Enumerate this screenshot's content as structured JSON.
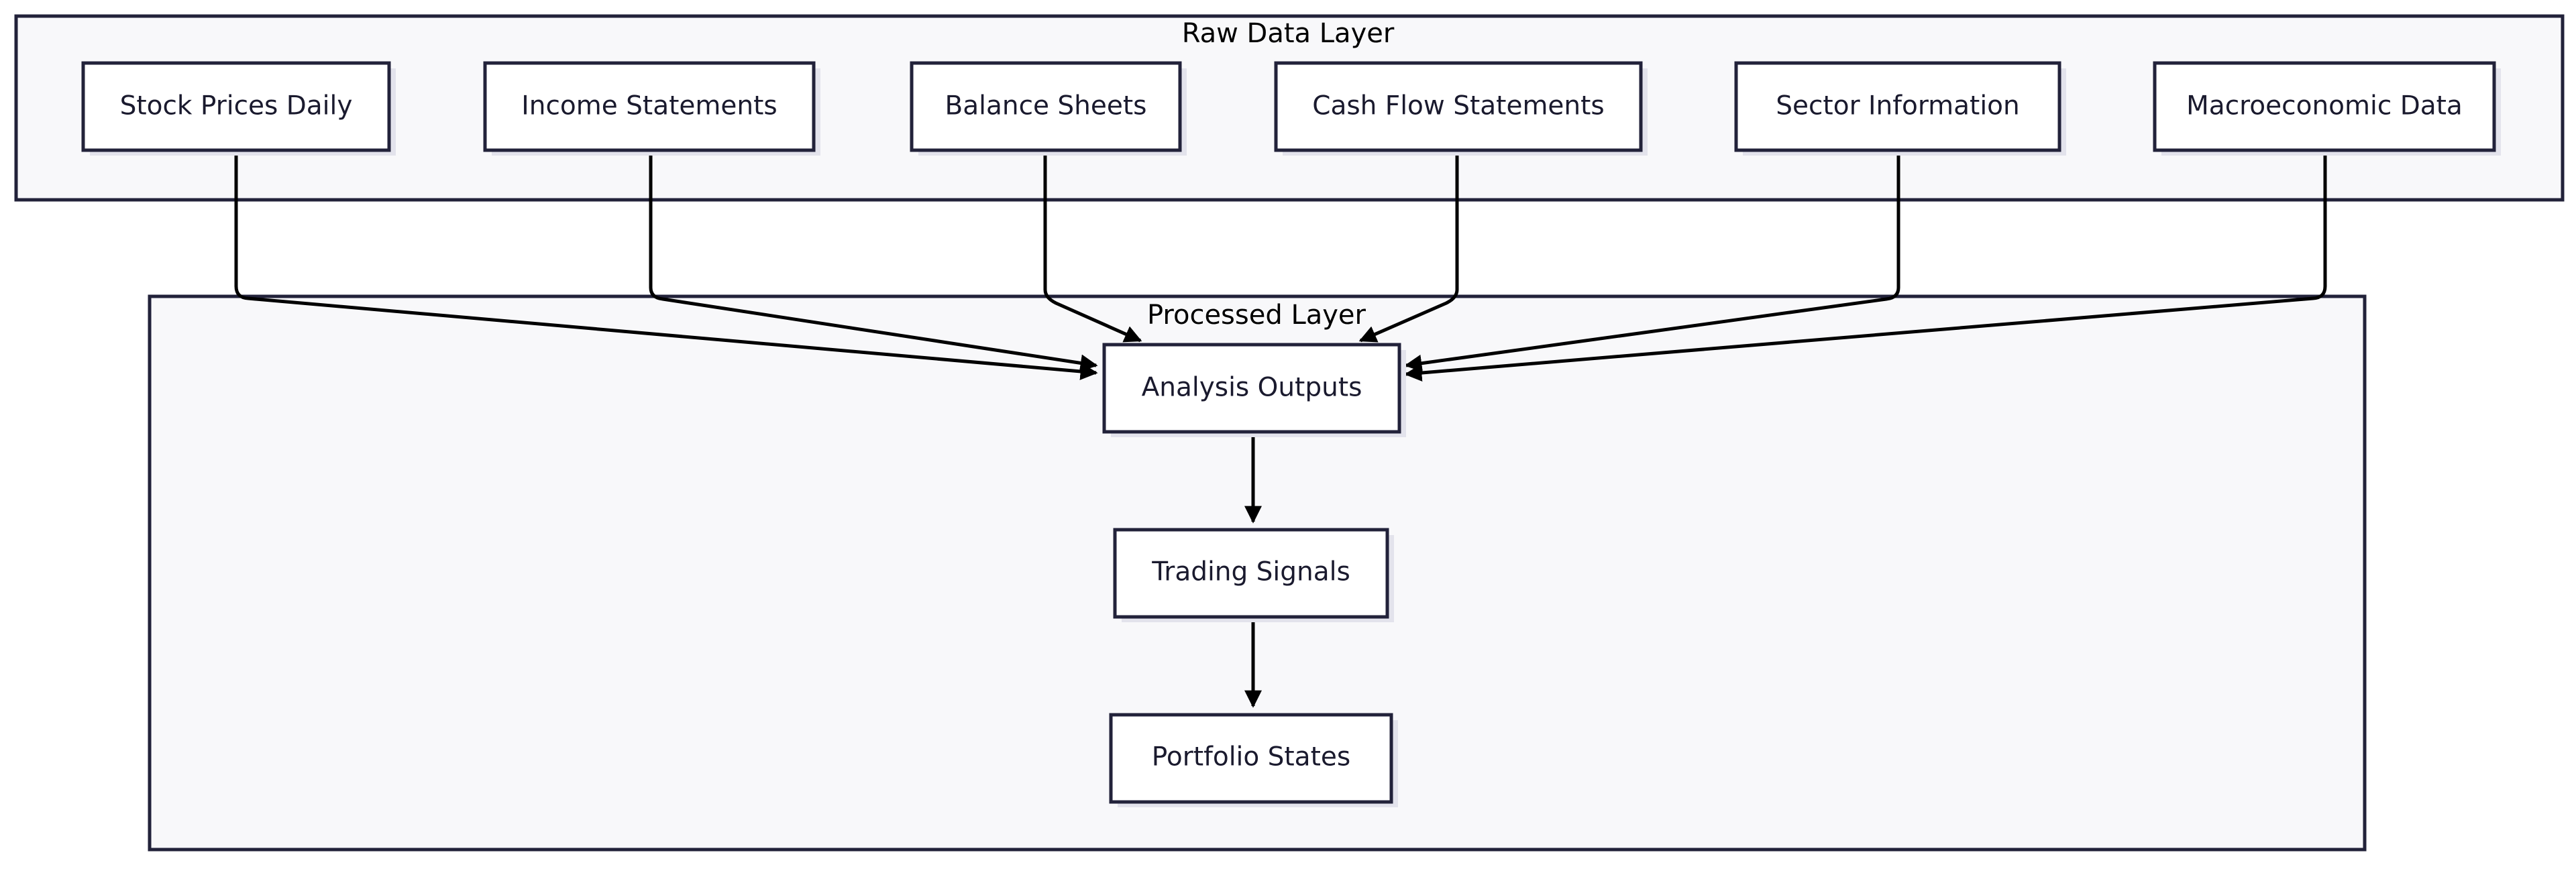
{
  "colors": {
    "background": "#ffffff",
    "cluster_fill": "#f8f8fa",
    "node_fill": "#ffffff",
    "stroke": "#22223a",
    "edge": "#000000",
    "shadow": "#e3e3ec",
    "text": "#1a1a2e"
  },
  "raw_layer": {
    "title": "Raw Data Layer",
    "nodes": [
      {
        "id": "stock-prices-daily",
        "label": "Stock Prices Daily"
      },
      {
        "id": "income-statements",
        "label": "Income Statements"
      },
      {
        "id": "balance-sheets",
        "label": "Balance Sheets"
      },
      {
        "id": "cash-flow-statements",
        "label": "Cash Flow Statements"
      },
      {
        "id": "sector-information",
        "label": "Sector Information"
      },
      {
        "id": "macroeconomic-data",
        "label": "Macroeconomic Data"
      }
    ]
  },
  "processed_layer": {
    "title": "Processed Layer",
    "nodes": [
      {
        "id": "analysis-outputs",
        "label": "Analysis Outputs"
      },
      {
        "id": "trading-signals",
        "label": "Trading Signals"
      },
      {
        "id": "portfolio-states",
        "label": "Portfolio States"
      }
    ]
  },
  "edges": [
    {
      "from": "stock-prices-daily",
      "to": "analysis-outputs"
    },
    {
      "from": "income-statements",
      "to": "analysis-outputs"
    },
    {
      "from": "balance-sheets",
      "to": "analysis-outputs"
    },
    {
      "from": "cash-flow-statements",
      "to": "analysis-outputs"
    },
    {
      "from": "sector-information",
      "to": "analysis-outputs"
    },
    {
      "from": "macroeconomic-data",
      "to": "analysis-outputs"
    },
    {
      "from": "analysis-outputs",
      "to": "trading-signals"
    },
    {
      "from": "trading-signals",
      "to": "portfolio-states"
    }
  ]
}
